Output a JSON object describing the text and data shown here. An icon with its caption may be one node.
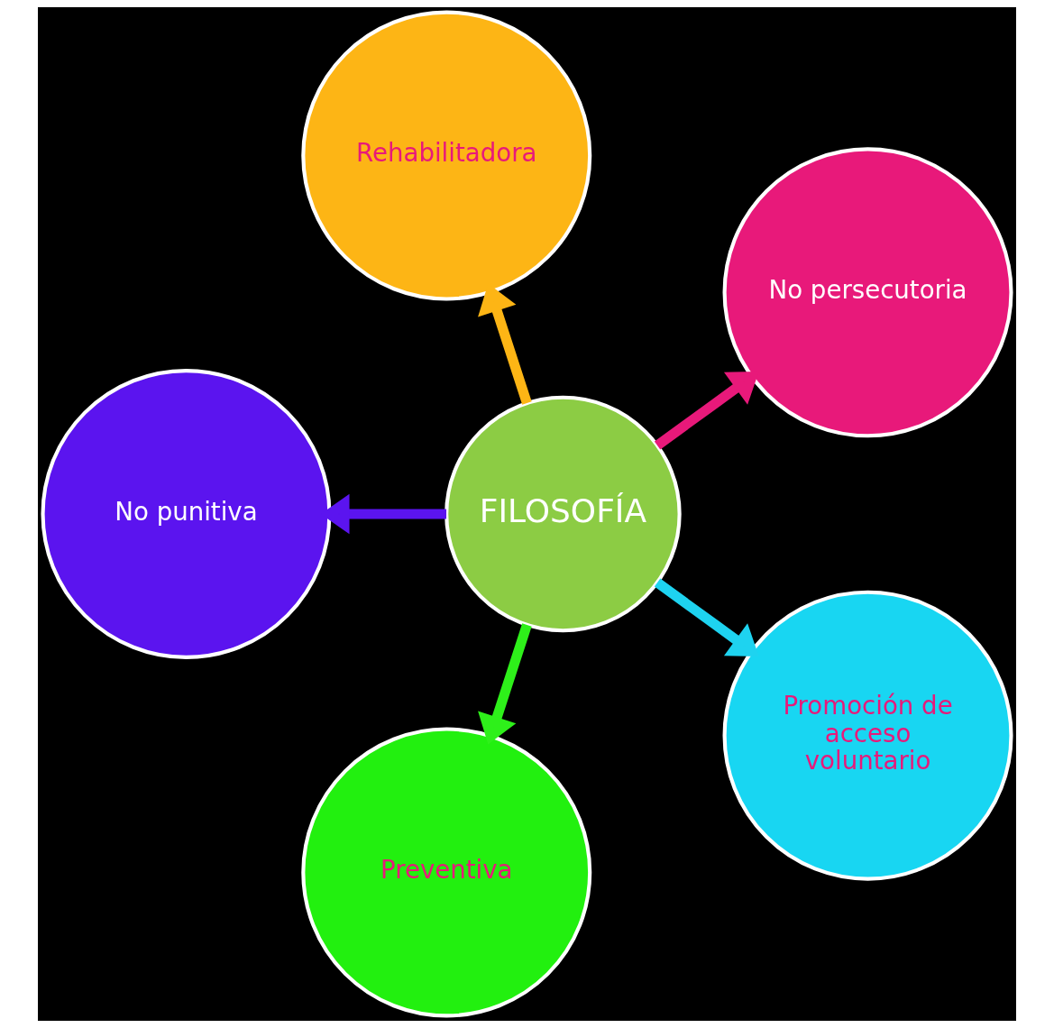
{
  "diagram": {
    "nodes": [
      {
        "text": [
          "FILOSOFÍA"
        ]
      },
      {
        "text": [
          "No persecutoria"
        ]
      },
      {
        "text": [
          "Rehabilitadora"
        ]
      },
      {
        "text": [
          "No punitiva"
        ]
      },
      {
        "text": [
          "Preventiva"
        ]
      },
      {
        "text": [
          "Promoción de acceso voluntario"
        ]
      }
    ],
    "edges": [
      {
        "from": 0,
        "to": 1,
        "arrow": "to",
        "color": "#e8197a"
      },
      {
        "from": 0,
        "to": 3,
        "arrow": "to",
        "color": "#5b14ef"
      },
      {
        "from": 0,
        "to": 5,
        "arrow": "to",
        "color": "#1ed3f0"
      },
      {
        "from": 0,
        "to": 4,
        "arrow": "to",
        "color": "#2ef01a"
      },
      {
        "from": 0,
        "to": 2,
        "arrow": "to",
        "color": "#fdb515"
      }
    ]
  }
}
